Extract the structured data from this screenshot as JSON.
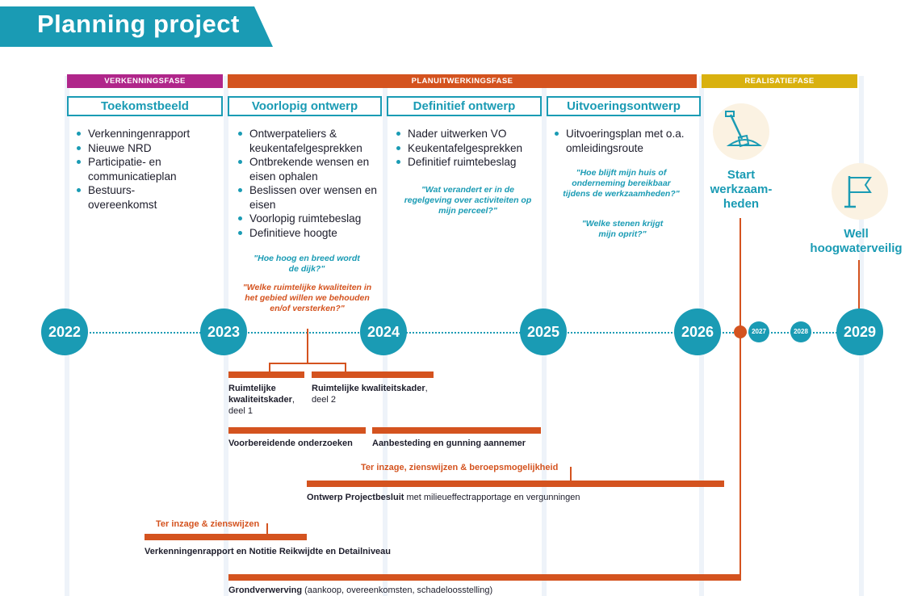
{
  "title": "Planning project",
  "phases": {
    "verkenning": "VERKENNINGSFASE",
    "planuitwerking": "PLANUITWERKINGSFASE",
    "realisatie": "REALISATIEFASE"
  },
  "columns": {
    "toekomstbeeld": {
      "title": "Toekomstbeeld",
      "items": [
        "Verkenningenrapport",
        "Nieuwe NRD",
        "Participatie- en communicatieplan",
        "Bestuurs-overeenkomst"
      ]
    },
    "voorlopig": {
      "title": "Voorlopig ontwerp",
      "items": [
        "Ontwerpateliers & keukentafelgesprekken",
        "Ontbrekende wensen en eisen ophalen",
        "Beslissen over wensen en eisen",
        "Voorlopig ruimtebeslag",
        "Definitieve hoogte"
      ],
      "q1": "\"Hoe hoog en breed wordt de dijk?\"",
      "q2": "\"Welke ruimtelijke kwaliteiten in het gebied willen we behouden en/of versterken?\""
    },
    "definitief": {
      "title": "Definitief ontwerp",
      "items": [
        "Nader uitwerken VO",
        "Keukentafelgesprekken",
        "Definitief ruimtebeslag"
      ],
      "q1": "\"Wat verandert er in de regelgeving over activiteiten op mijn perceel?\""
    },
    "uitvoering": {
      "title": "Uitvoeringsontwerp",
      "items": [
        "Uitvoeringsplan met o.a. omleidingsroute"
      ],
      "q1": "\"Hoe blijft mijn huis of onderneming bereikbaar tijdens de werkzaamheden?\"",
      "q2": "\"Welke stenen krijgt mijn oprit?\""
    }
  },
  "realisatie": {
    "start": "Start werkzaam-heden",
    "well": "Well hoogwaterveilig"
  },
  "years": [
    "2022",
    "2023",
    "2024",
    "2025",
    "2026",
    "2027",
    "2028",
    "2029"
  ],
  "bars": {
    "rkk1_a": "Ruimtelijke kwaliteitskader",
    "rkk1_b": ", deel 1",
    "rkk2_a": "Ruimtelijke kwaliteitskader",
    "rkk2_b": ", deel 2",
    "voorbereidend": "Voorbereidende onderzoeken",
    "aanbesteding": "Aanbesteding en gunning aannemer",
    "ter_inzage_1": "Ter inzage, zienswijzen & beroepsmogelijkheid",
    "projectbesluit_a": "Ontwerp Projectbesluit",
    "projectbesluit_b": " met milieueffectrapportage en vergunningen",
    "ter_inzage_2": "Ter inzage & zienswijzen",
    "verkenningenrapport": "Verkenningenrapport en Notitie Reikwijdte en Detailniveau",
    "grondverwerving_a": "Grondverwerving",
    "grondverwerving_b": " (aankoop, overeenkomsten, schadeloosstelling)"
  },
  "colors": {
    "teal": "#1a9bb4",
    "magenta": "#b0268a",
    "orange": "#d4531f",
    "yellow": "#d9b10f"
  },
  "icons": [
    "shovel-icon",
    "flag-icon"
  ]
}
